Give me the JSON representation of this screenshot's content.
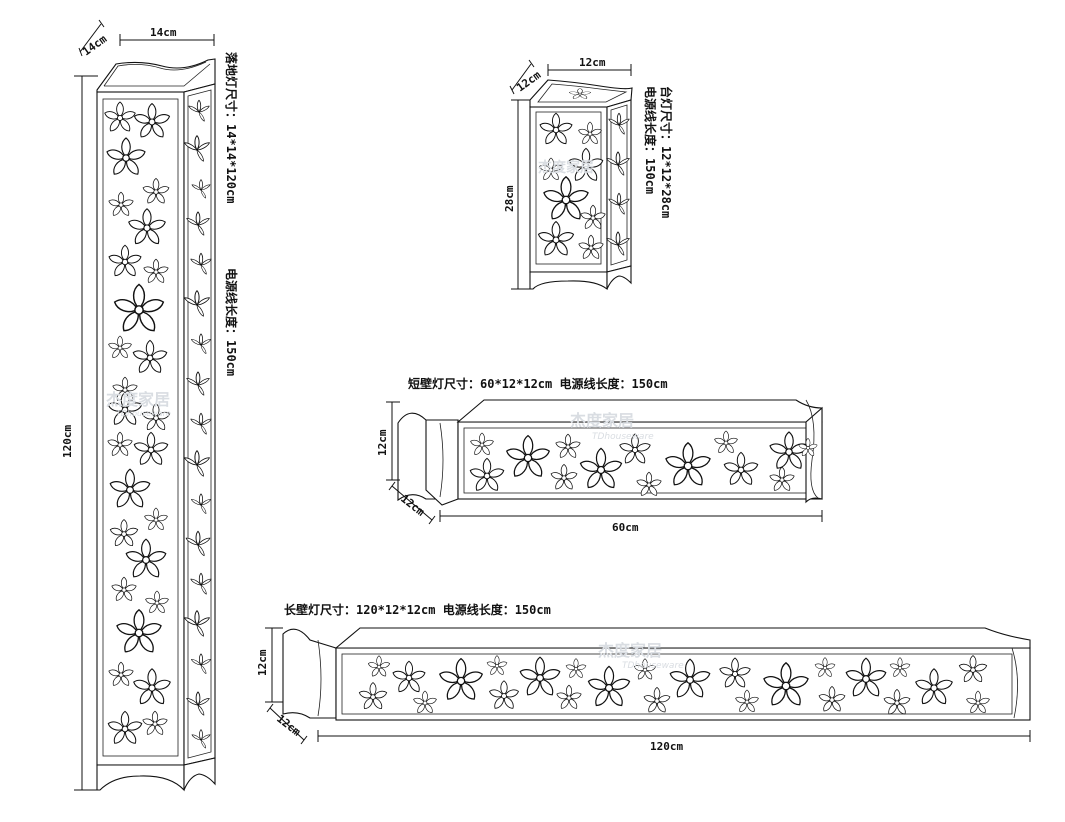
{
  "floor_lamp": {
    "dim_depth": "14cm",
    "dim_width": "14cm",
    "dim_height": "120cm",
    "spec_text": "落地灯尺寸：14*14*120cm",
    "cord_text": "电源线长度：150cm"
  },
  "table_lamp": {
    "dim_depth": "12cm",
    "dim_width": "12cm",
    "dim_height": "28cm",
    "spec_text": "台灯尺寸：12*12*28cm",
    "cord_text": "电源线长度：150cm"
  },
  "short_wall_lamp": {
    "title": "短壁灯尺寸：60*12*12cm  电源线长度：150cm",
    "dim_height": "12cm",
    "dim_depth": "12cm",
    "dim_length": "60cm"
  },
  "long_wall_lamp": {
    "title": "长壁灯尺寸：120*12*12cm  电源线长度：150cm",
    "dim_height": "12cm",
    "dim_depth": "12cm",
    "dim_length": "120cm"
  },
  "watermark": {
    "brand_cn": "杰度家居",
    "brand_en": "TDhouseware"
  },
  "colors": {
    "line": "#111111",
    "watermark": "#d9dde2"
  }
}
